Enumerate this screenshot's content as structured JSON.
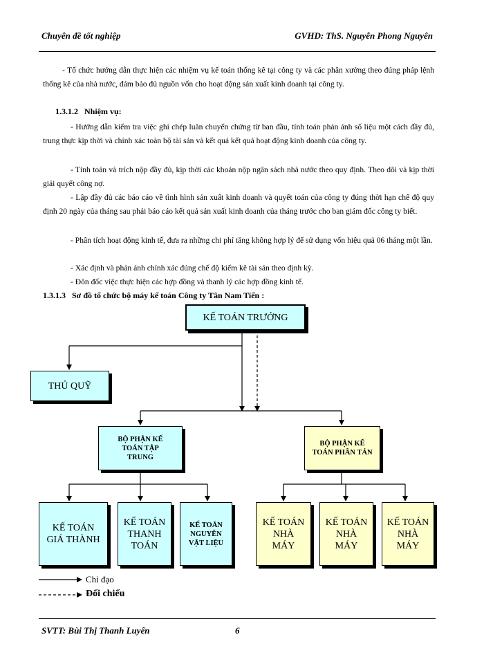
{
  "header": {
    "left": "Chuyên đề tốt nghiệp",
    "right": "GVHD: ThS. Nguyễn Phong Nguyên"
  },
  "body": {
    "intro": "- Tổ chức hướng dẫn thực hiện các nhiệm vụ kế toán thống kê tại công ty và các phân xưởng theo đúng pháp lệnh thống kê của nhà nước, đảm bảo đủ nguồn vốn cho hoạt động sản xuất kinh doanh tại công ty.",
    "section_1_num": "1.3.1.2",
    "section_1_title": "Nhiệm vụ:",
    "duties": [
      "- Hướng dẫn kiểm tra việc ghi chép luân chuyển chứng từ ban đầu, tính toán phản ánh số liệu một cách đầy đủ, trung thực kịp thời và chính xác toàn bộ tài sản và kết quả kết quả hoạt động kinh doanh của công ty.",
      "- Tính toán và trích nộp đầy đủ, kịp thời các khoản nộp ngân sách nhà nước theo quy định. Theo dõi và kịp thời giải quyết công nợ.",
      "- Lập đầy đủ các báo cáo về tình hình sản xuất kinh doanh và quyết toán của công ty đúng thời hạn chế độ quy định 20 ngày của tháng sau phải báo cáo kết quả sản xuất kinh doanh của tháng trước cho ban giám đốc công ty biết.",
      "- Phân tích hoạt động kinh tế, đưa ra những chi phí tăng không hợp lý để sử dụng vốn hiệu quả 06 tháng một lần.",
      "- Xác định và phản ánh chính xác đúng chế độ kiểm kê tài sản theo định kỳ.",
      "- Đôn đốc việc thực hiện các hợp đồng và thanh lý các hợp đồng kinh tế."
    ],
    "section_2_num": "1.3.1.3",
    "section_2_title": "Sơ đồ tổ chức bộ máy kế toán Công ty Tân Nam Tiến :"
  },
  "diagram": {
    "chief": "KẾ TOÁN TRƯỞNG",
    "cashier": "THỦ QUỸ",
    "central_dept": [
      "BỘ PHẬN KẾ",
      "TOÁN TẬP",
      "TRUNG"
    ],
    "dispersed_dept": [
      "BỘ PHẬN KẾ",
      "TOÁN PHÂN TÁN"
    ],
    "central_units": [
      [
        "KẾ TOÁN",
        "GIÁ THÀNH"
      ],
      [
        "KẾ TOÁN",
        "THANH",
        "TOÁN"
      ],
      [
        "KẾ TOÁN",
        "NGUYÊN",
        "VẬT LIỆU"
      ]
    ],
    "factory_units": [
      [
        "KẾ TOÁN",
        "NHÀ",
        "MÁY"
      ],
      [
        "KẾ TOÁN",
        "NHÀ",
        "MÁY"
      ],
      [
        "KẾ TOÁN",
        "NHÀ",
        "MÁY"
      ]
    ],
    "legend_solid": "Chỉ đạo",
    "legend_dashed": "Đối chiếu",
    "colors": {
      "cyan": "#ccffff",
      "yellow": "#ffffcc"
    }
  },
  "footer": {
    "student": "SVTT: Bùi Thị Thanh Luyến",
    "page": "6"
  }
}
